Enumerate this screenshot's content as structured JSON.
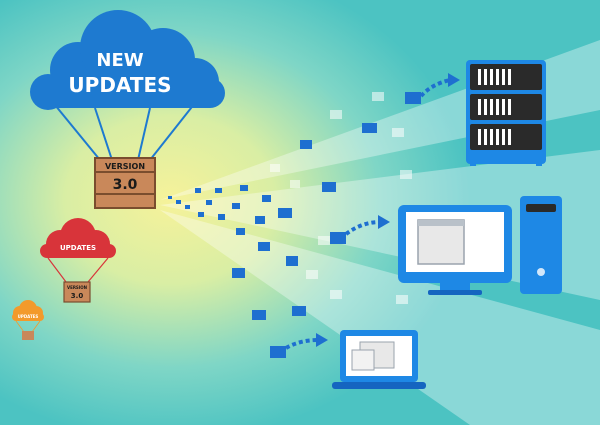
{
  "main_parachute": {
    "line1": "NEW",
    "line2": "UPDATES",
    "box_label": "VERSION",
    "box_value": "3.0"
  },
  "small_parachute": {
    "label": "UPDATES",
    "box_label": "VERSION",
    "box_value": "3.0"
  },
  "tiny_parachute": {
    "label": "UPDATES"
  },
  "colors": {
    "cloud_blue": "#1e7ad0",
    "parachute_red": "#d8343a",
    "parachute_orange": "#f39a2b",
    "box_brown": "#c9885a",
    "device_blue": "#1e88e5",
    "server_dark": "#2a2a2a"
  },
  "devices": [
    "server-rack",
    "desktop-computer",
    "laptop"
  ]
}
